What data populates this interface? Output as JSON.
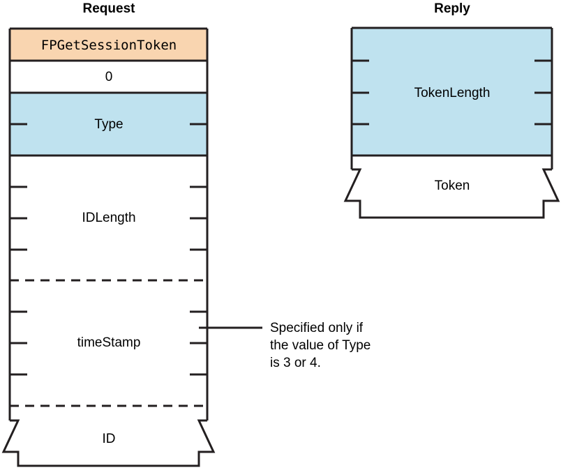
{
  "figure": {
    "type": "protocol-packet-diagram",
    "columns": [
      {
        "id": "request",
        "title": "Request",
        "fields": [
          {
            "name": "command-name",
            "label": "FPGetSessionToken",
            "fill": "#f9d5b0",
            "style": "mono",
            "ticks": 0,
            "top_divider": "solid",
            "bottom_divider": "solid"
          },
          {
            "name": "pad-byte",
            "label": "0",
            "fill": "#ffffff",
            "style": "normal",
            "ticks": 0,
            "top_divider": "solid",
            "bottom_divider": "solid"
          },
          {
            "name": "type",
            "label": "Type",
            "fill": "#bfe2ef",
            "style": "normal",
            "ticks": 1,
            "top_divider": "solid",
            "bottom_divider": "solid"
          },
          {
            "name": "idlength",
            "label": "IDLength",
            "fill": "#ffffff",
            "style": "normal",
            "ticks": 3,
            "top_divider": "solid",
            "bottom_divider": "dashed"
          },
          {
            "name": "timestamp",
            "label": "timeStamp",
            "fill": "#ffffff",
            "style": "normal",
            "ticks": 3,
            "top_divider": "dashed",
            "bottom_divider": "dashed"
          },
          {
            "name": "id",
            "label": "ID",
            "fill": "#ffffff",
            "style": "normal",
            "ticks": 0,
            "top_divider": "dashed",
            "bottom_divider": "solid",
            "break": "zigzag"
          }
        ]
      },
      {
        "id": "reply",
        "title": "Reply",
        "fields": [
          {
            "name": "tokenlength",
            "label": "TokenLength",
            "fill": "#bfe2ef",
            "style": "normal",
            "ticks": 3,
            "top_divider": "solid",
            "bottom_divider": "solid"
          },
          {
            "name": "token",
            "label": "Token",
            "fill": "#ffffff",
            "style": "normal",
            "ticks": 0,
            "top_divider": "solid",
            "bottom_divider": "solid",
            "break": "zigzag"
          }
        ]
      }
    ],
    "annotations": [
      {
        "id": "type-note",
        "text": "Specified only if\nthe value of Type\nis 3 or 4.",
        "attached_to": "timestamp"
      }
    ],
    "colors": {
      "command_fill": "#f9d5b0",
      "highlight_fill": "#bfe2ef",
      "plain_fill": "#ffffff",
      "stroke": "#231f20"
    }
  }
}
